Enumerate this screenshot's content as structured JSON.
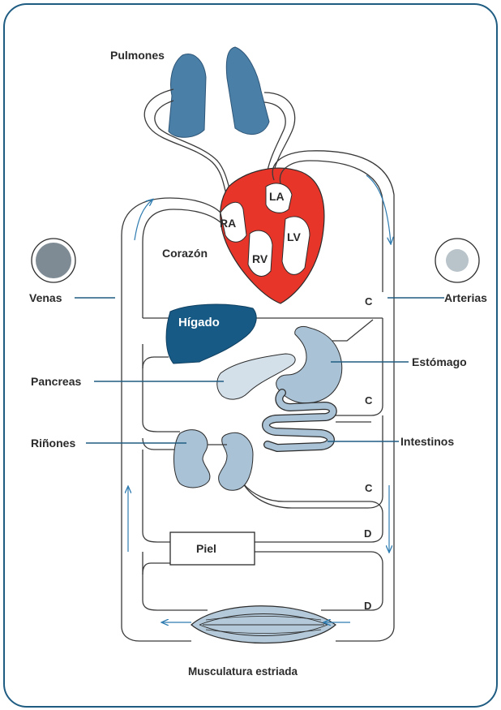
{
  "labels": {
    "lungs": "Pulmones",
    "heart": "Corazón",
    "veins": "Venas",
    "arteries": "Arterias",
    "liver": "Hígado",
    "stomach": "Estómago",
    "pancreas": "Pancreas",
    "intestines": "Intestinos",
    "kidneys": "Riñones",
    "skin": "Piel",
    "muscle": "Musculatura estriada"
  },
  "chambers": {
    "ra": "RA",
    "la": "LA",
    "rv": "RV",
    "lv": "LV"
  },
  "capillary_markers": {
    "c1": "C",
    "c2": "C",
    "c3": "C",
    "d1": "D",
    "d2": "D"
  },
  "colors": {
    "border": "#1f5c82",
    "lungs": "#4a7fa8",
    "heart": "#e8352a",
    "liver": "#175a85",
    "organ_light": "#a9c2d6",
    "pancreas": "#d3e0ea",
    "muscle": "#b4c9d9",
    "flow_arrow": "#2d7bb0"
  }
}
